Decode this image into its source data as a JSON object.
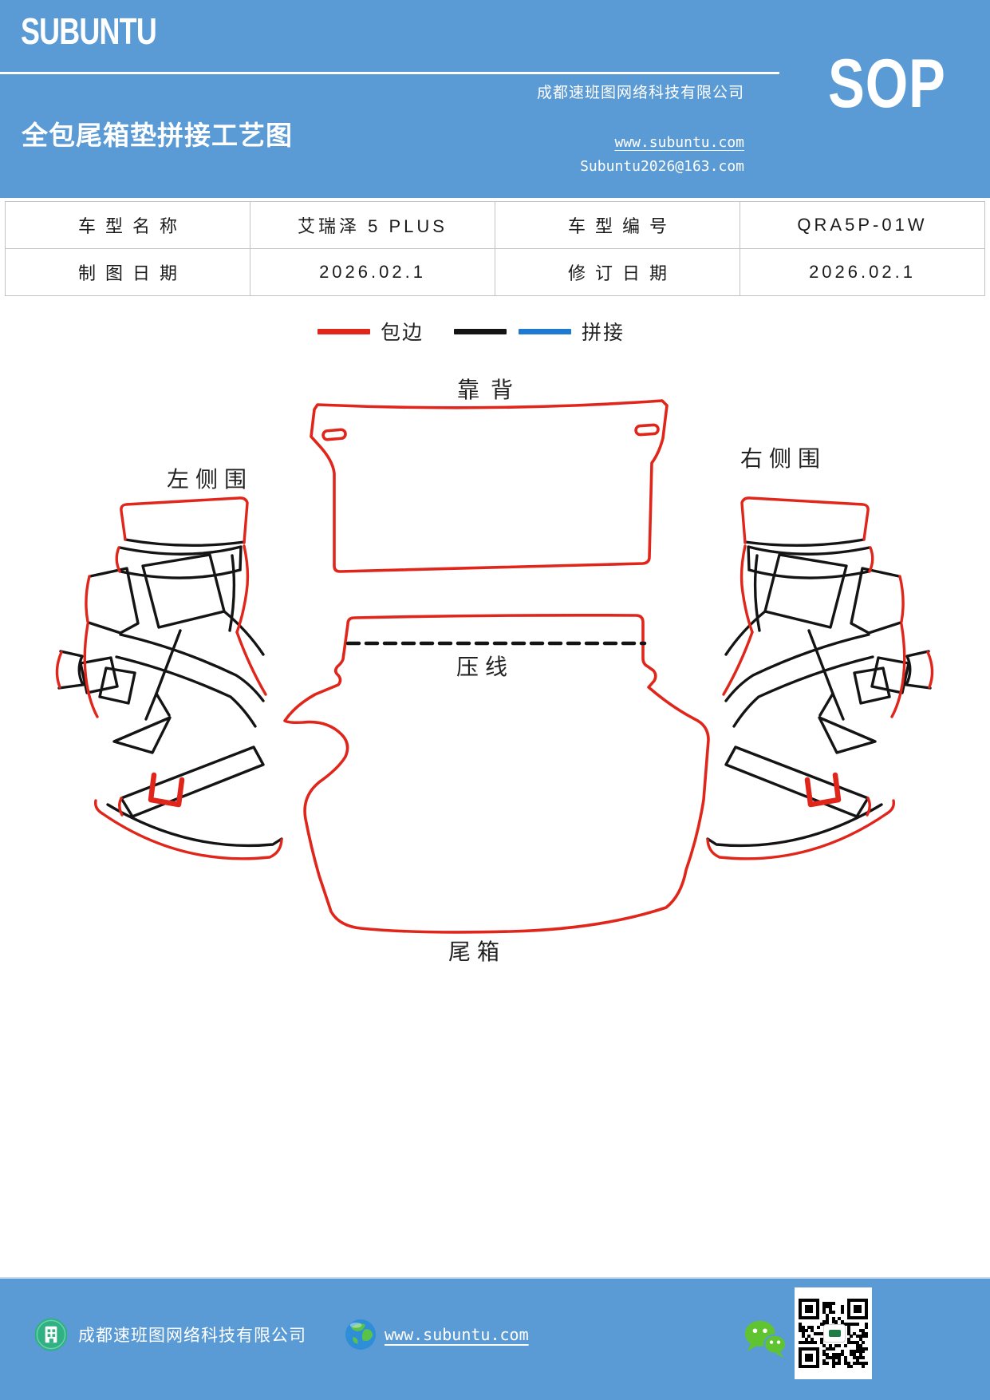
{
  "header": {
    "logo": "SUBUNTU",
    "title": "全包尾箱垫拼接工艺图",
    "company": "成都速班图网络科技有限公司",
    "website": "www.subuntu.com",
    "email": "Subuntu2026@163.com",
    "badge": "SOP"
  },
  "info_table": {
    "rows": [
      [
        "车型名称",
        "艾瑞泽 5 PLUS",
        "车型编号",
        "QRA5P-01W"
      ],
      [
        "制图日期",
        "2026.02.1",
        "修订日期",
        "2026.02.1"
      ]
    ]
  },
  "legend": {
    "binding_label": "包边",
    "splice_label": "拼接",
    "binding_color": "#e0251b",
    "splice_colors": [
      "#141414",
      "#1e7ad0"
    ]
  },
  "diagram": {
    "labels": {
      "backrest": "靠背",
      "left_side": "左侧围",
      "right_side": "右侧围",
      "press_line": "压线",
      "trunk": "尾箱"
    }
  },
  "footer": {
    "company": "成都速班图网络科技有限公司",
    "website": "www.subuntu.com"
  },
  "colors": {
    "banner_blue": "#5b9bd5",
    "outline_red": "#e0251b",
    "outline_black": "#141414",
    "splice_blue": "#1e7ad0",
    "table_border": "#c3c3c3"
  }
}
